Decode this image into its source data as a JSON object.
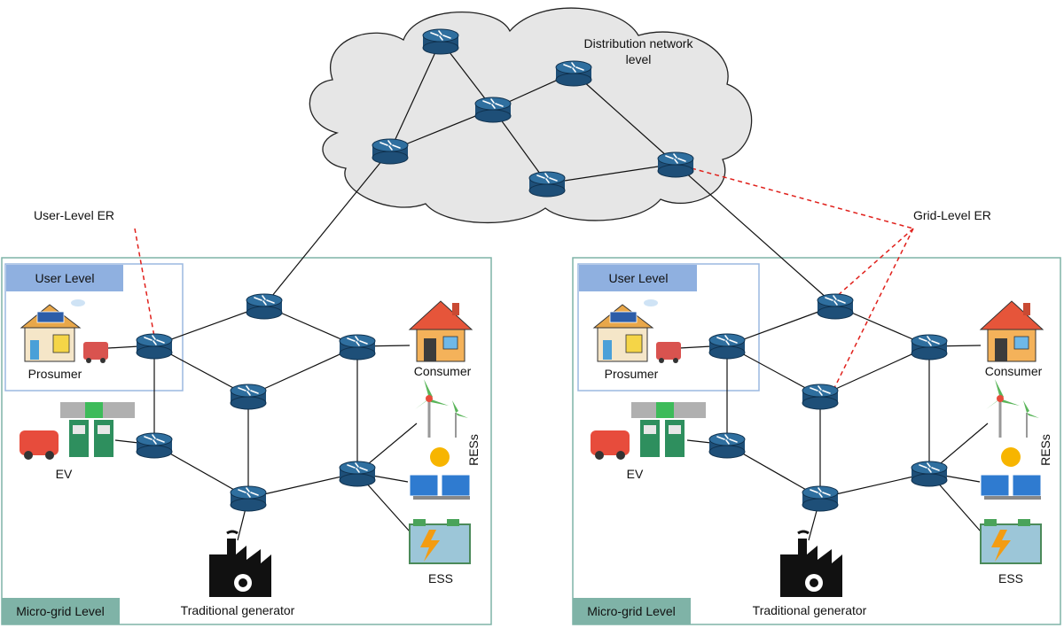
{
  "cloud": {
    "title_line1": "Distribution network",
    "title_line2": "level"
  },
  "callouts": {
    "user_er": "User-Level ER",
    "grid_er": "Grid-Level ER"
  },
  "left": {
    "user_level": "User Level",
    "microgrid_level": "Micro-grid Level",
    "prosumer": "Prosumer",
    "consumer": "Consumer",
    "ev": "EV",
    "ress": "RESs",
    "ess": "ESS",
    "generator": "Traditional  generator"
  },
  "right": {
    "user_level": "User Level",
    "microgrid_level": "Micro-grid Level",
    "prosumer": "Prosumer",
    "consumer": "Consumer",
    "ev": "EV",
    "ress": "RESs",
    "ess": "ESS",
    "generator": "Traditional  generator"
  },
  "colors": {
    "router_top": "#2f6f9f",
    "router_side": "#1e4f78",
    "cloud_fill": "#e6e6e6",
    "panel_border": "#7fb3a7",
    "microgrid_tag": "#7fb3a7",
    "user_box_border": "#9bb8e0",
    "user_tag": "#8fb0e0",
    "dashed": "#e0201b"
  }
}
